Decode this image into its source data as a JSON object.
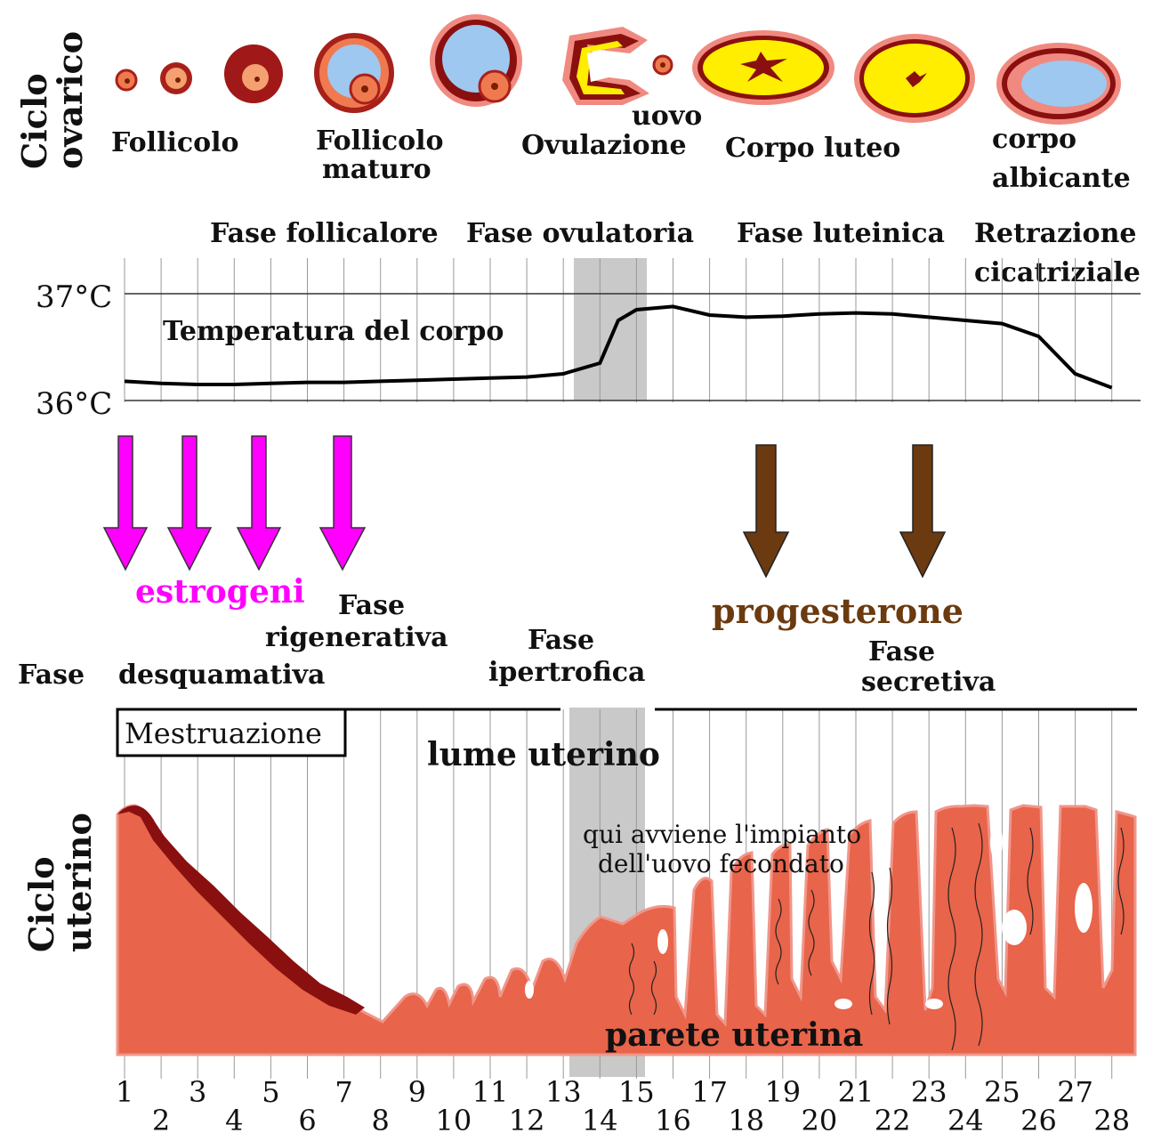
{
  "ovarian": {
    "row_label": [
      "Ciclo",
      "ovarico"
    ],
    "labels": {
      "follicolo": "Follicolo",
      "follicolo_maturo": [
        "Follicolo",
        "maturo"
      ],
      "uovo": "uovo",
      "ovulazione": "Ovulazione",
      "corpo_luteo": "Corpo luteo",
      "corpo_albicante": [
        "corpo",
        "albicante"
      ]
    }
  },
  "phases": {
    "follicolare": "Fase follicalore",
    "ovulatoria": "Fase ovulatoria",
    "luteinica": "Fase luteinica",
    "retrazione": [
      "Retrazione",
      "cicatriziale"
    ]
  },
  "temperature": {
    "high_label": "37°C",
    "low_label": "36°C",
    "curve_label": "Temperatura del corpo",
    "days": [
      1,
      2,
      3,
      4,
      5,
      6,
      7,
      8,
      9,
      10,
      11,
      12,
      13,
      14,
      14.5,
      15,
      16,
      17,
      18,
      19,
      20,
      21,
      22,
      23,
      24,
      25,
      26,
      27,
      28
    ],
    "values": [
      36.18,
      36.16,
      36.15,
      36.15,
      36.16,
      36.17,
      36.17,
      36.18,
      36.19,
      36.2,
      36.21,
      36.22,
      36.25,
      36.35,
      36.75,
      36.85,
      36.88,
      36.8,
      36.78,
      36.79,
      36.81,
      36.82,
      36.81,
      36.78,
      36.75,
      36.72,
      36.6,
      36.25,
      36.12
    ]
  },
  "hormones": {
    "estrogeni": "estrogeni",
    "progesterone": "progesterone",
    "estrogen_color": "#ff00ff",
    "progesterone_color": "#6b3a10"
  },
  "endometrium": {
    "fase_desquamativa": [
      "Fase",
      "desquamativa"
    ],
    "fase_rigenerativa": [
      "Fase",
      "rigenerativa"
    ],
    "fase_ipertrofica": [
      "Fase",
      "ipertrofica"
    ],
    "fase_secretiva": [
      "Fase",
      "secretiva"
    ],
    "mestruazione": "Mestruazione",
    "lume": "lume uterino",
    "impianto": [
      "qui avviene l'impianto",
      "dell'uovo fecondato"
    ],
    "parete": "parete uterina",
    "row_label": [
      "Ciclo",
      "uterino"
    ],
    "tissue_color": "#e8644a"
  },
  "days_axis": {
    "odd": [
      "1",
      "3",
      "5",
      "7",
      "9",
      "11",
      "13",
      "15",
      "17",
      "19",
      "21",
      "23",
      "25",
      "27"
    ],
    "even": [
      "2",
      "4",
      "6",
      "8",
      "10",
      "12",
      "14",
      "16",
      "18",
      "20",
      "22",
      "24",
      "26",
      "28"
    ]
  }
}
